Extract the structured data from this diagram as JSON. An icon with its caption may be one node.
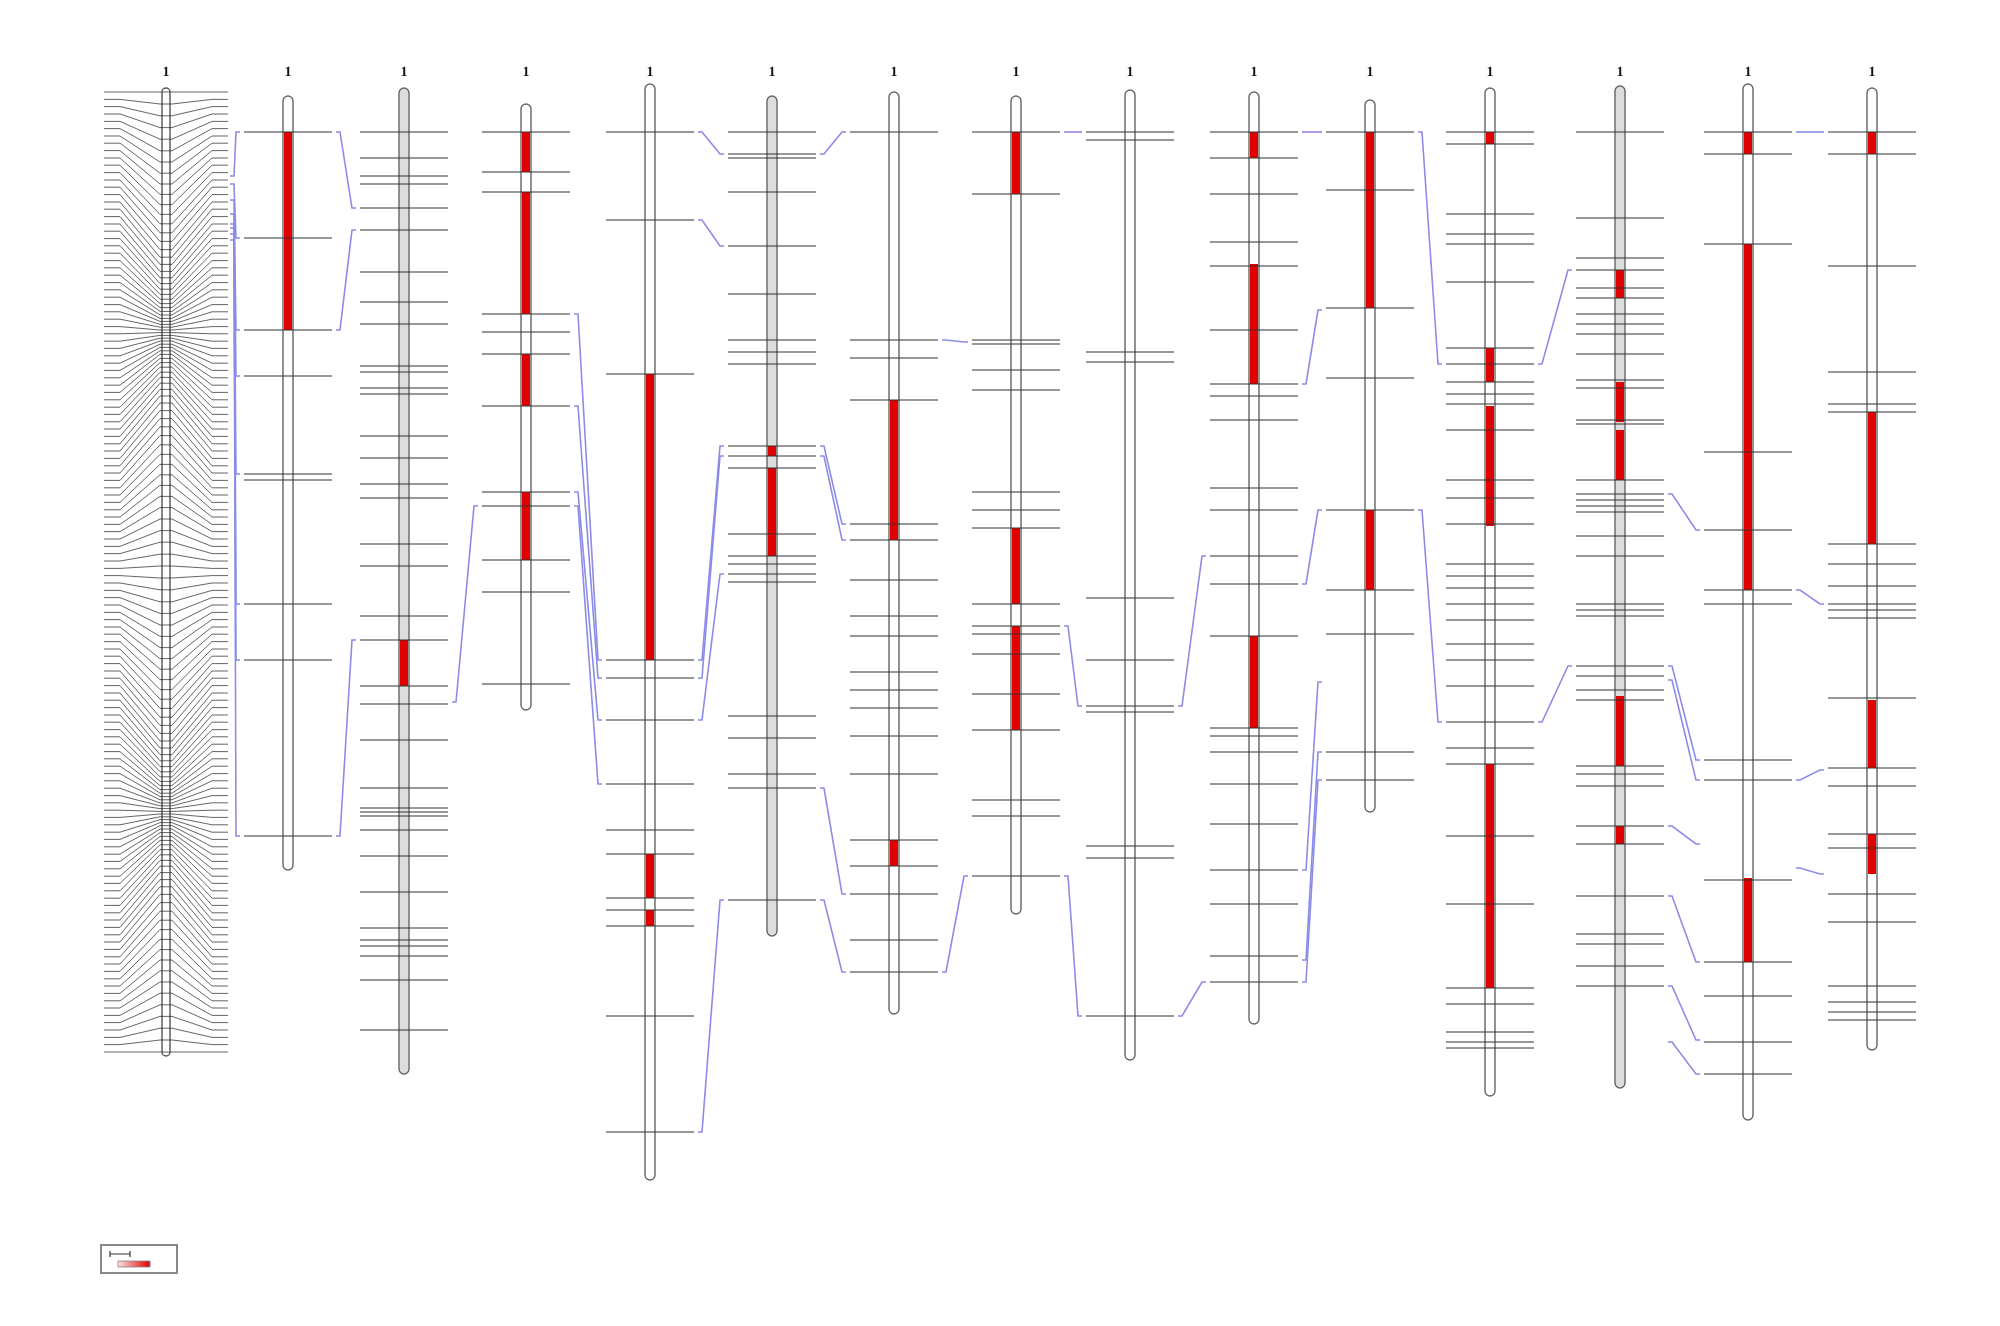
{
  "diagram": {
    "nodes": [
      {
        "text": [
          "1"
        ]
      },
      {
        "text": [
          "1"
        ]
      },
      {
        "text": [
          "1"
        ]
      },
      {
        "text": [
          "1"
        ]
      },
      {
        "text": [
          "1"
        ]
      },
      {
        "text": [
          "1"
        ]
      },
      {
        "text": [
          "1"
        ]
      },
      {
        "text": [
          "1"
        ]
      },
      {
        "text": [
          "1"
        ]
      },
      {
        "text": [
          "1"
        ]
      },
      {
        "text": [
          "1"
        ]
      },
      {
        "text": [
          "1"
        ]
      },
      {
        "text": [
          "1"
        ]
      },
      {
        "text": [
          "1"
        ]
      },
      {
        "text": [
          "1"
        ]
      }
    ],
    "edges": [
      {
        "from": 0,
        "to": 1,
        "arrow": "none"
      },
      {
        "from": 0,
        "to": 1,
        "arrow": "none"
      },
      {
        "from": 0,
        "to": 1,
        "arrow": "none"
      },
      {
        "from": 0,
        "to": 1,
        "arrow": "none"
      },
      {
        "from": 0,
        "to": 1,
        "arrow": "none"
      },
      {
        "from": 0,
        "to": 1,
        "arrow": "none"
      },
      {
        "from": 0,
        "to": 1,
        "arrow": "none"
      },
      {
        "from": 0,
        "to": 1,
        "arrow": "none"
      },
      {
        "from": 1,
        "to": 2,
        "arrow": "none"
      },
      {
        "from": 1,
        "to": 2,
        "arrow": "none"
      },
      {
        "from": 1,
        "to": 2,
        "arrow": "none"
      },
      {
        "from": 2,
        "to": 3,
        "arrow": "none"
      },
      {
        "from": 3,
        "to": 4,
        "arrow": "none"
      },
      {
        "from": 3,
        "to": 4,
        "arrow": "none"
      },
      {
        "from": 3,
        "to": 4,
        "arrow": "none"
      },
      {
        "from": 3,
        "to": 4,
        "arrow": "none"
      },
      {
        "from": 4,
        "to": 5,
        "arrow": "none"
      },
      {
        "from": 4,
        "to": 5,
        "arrow": "none"
      },
      {
        "from": 4,
        "to": 5,
        "arrow": "none"
      },
      {
        "from": 4,
        "to": 5,
        "arrow": "none"
      },
      {
        "from": 4,
        "to": 5,
        "arrow": "none"
      },
      {
        "from": 4,
        "to": 5,
        "arrow": "none"
      },
      {
        "from": 5,
        "to": 6,
        "arrow": "none"
      },
      {
        "from": 5,
        "to": 6,
        "arrow": "none"
      },
      {
        "from": 5,
        "to": 6,
        "arrow": "none"
      },
      {
        "from": 5,
        "to": 6,
        "arrow": "none"
      },
      {
        "from": 5,
        "to": 6,
        "arrow": "none"
      },
      {
        "from": 6,
        "to": 7,
        "arrow": "none"
      },
      {
        "from": 6,
        "to": 7,
        "arrow": "none"
      },
      {
        "from": 7,
        "to": 8,
        "arrow": "none"
      },
      {
        "from": 7,
        "to": 8,
        "arrow": "none"
      },
      {
        "from": 7,
        "to": 8,
        "arrow": "none"
      },
      {
        "from": 8,
        "to": 9,
        "arrow": "none"
      },
      {
        "from": 8,
        "to": 9,
        "arrow": "none"
      },
      {
        "from": 9,
        "to": 10,
        "arrow": "none"
      },
      {
        "from": 9,
        "to": 10,
        "arrow": "none"
      },
      {
        "from": 9,
        "to": 10,
        "arrow": "none"
      },
      {
        "from": 9,
        "to": 10,
        "arrow": "none"
      },
      {
        "from": 9,
        "to": 10,
        "arrow": "none"
      },
      {
        "from": 9,
        "to": 10,
        "arrow": "none"
      },
      {
        "from": 10,
        "to": 11,
        "arrow": "none"
      },
      {
        "from": 10,
        "to": 11,
        "arrow": "none"
      },
      {
        "from": 11,
        "to": 12,
        "arrow": "none"
      },
      {
        "from": 11,
        "to": 12,
        "arrow": "none"
      },
      {
        "from": 12,
        "to": 13,
        "arrow": "none"
      },
      {
        "from": 12,
        "to": 13,
        "arrow": "none"
      },
      {
        "from": 12,
        "to": 13,
        "arrow": "none"
      },
      {
        "from": 12,
        "to": 13,
        "arrow": "none"
      },
      {
        "from": 12,
        "to": 13,
        "arrow": "none"
      },
      {
        "from": 12,
        "to": 13,
        "arrow": "none"
      },
      {
        "from": 12,
        "to": 13,
        "arrow": "none"
      },
      {
        "from": 13,
        "to": 14,
        "arrow": "none"
      },
      {
        "from": 13,
        "to": 14,
        "arrow": "none"
      },
      {
        "from": 13,
        "to": 14,
        "arrow": "none"
      },
      {
        "from": 13,
        "to": 14,
        "arrow": "none"
      }
    ]
  }
}
